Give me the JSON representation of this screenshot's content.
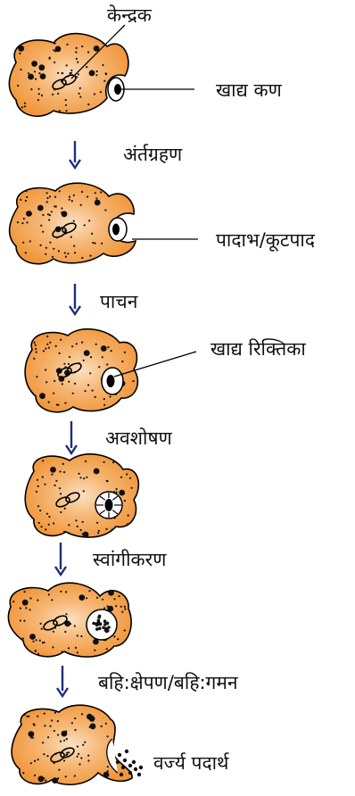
{
  "labels": {
    "nucleus": "केन्द्रक",
    "food_particle": "खाद्य कण",
    "pseudopodia": "पादाभ/कूटपाद",
    "food_vacuole": "खाद्य रिक्तिका",
    "waste": "वर्ज्य पदार्थ"
  },
  "steps": [
    {
      "label": "अंर्तग्रहण"
    },
    {
      "label": "पाचन"
    },
    {
      "label": "अवशोषण"
    },
    {
      "label": "स्वांगीकरण"
    },
    {
      "label": "बहि:क्षेपण/बहि:गमन"
    }
  ],
  "colors": {
    "cell_fill": "#F0963A",
    "cell_center": "#FBE0C2",
    "arrow": "#1E2E7A",
    "outline": "#000000"
  }
}
